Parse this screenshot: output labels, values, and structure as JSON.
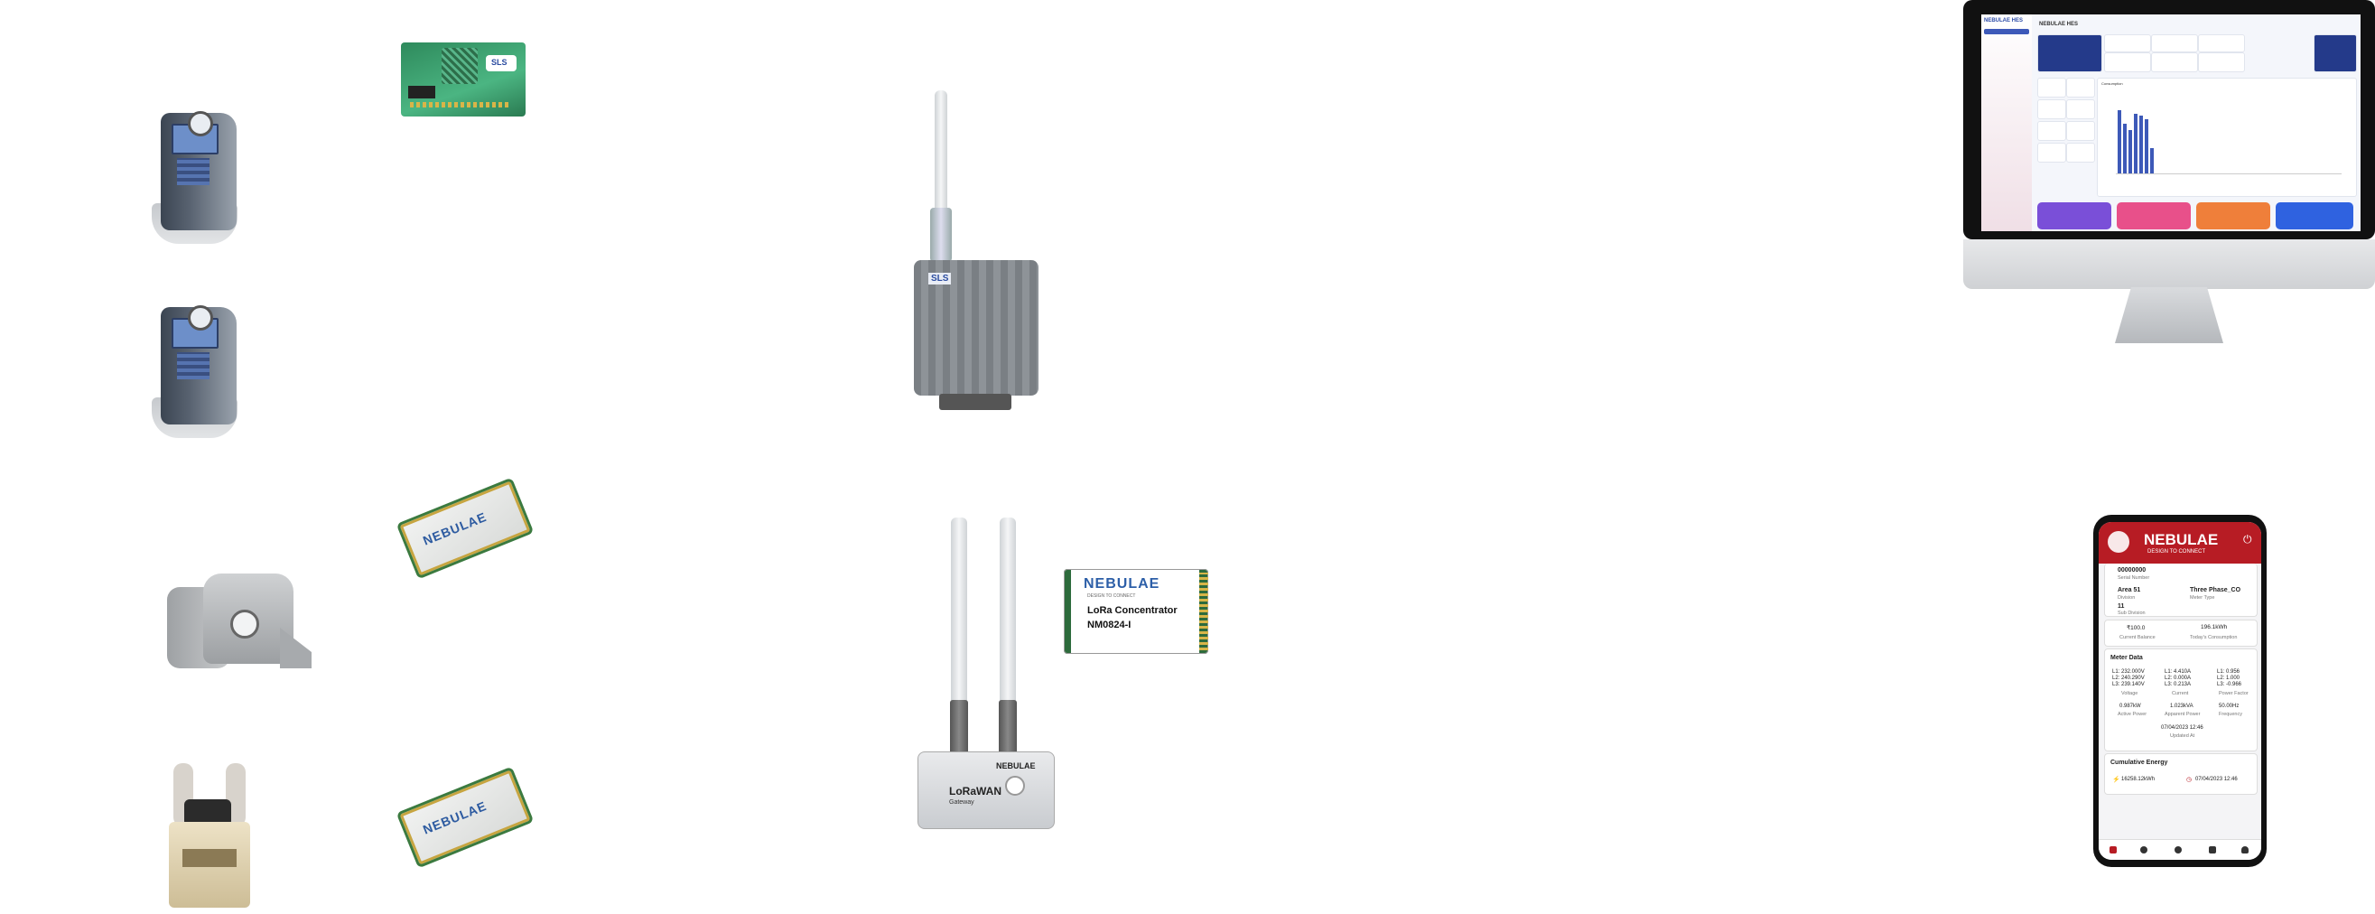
{
  "concentrator_card": {
    "brand": "NEBULAE",
    "tagline": "DESIGN TO CONNECT",
    "line1": "LoRa Concentrator",
    "line2": "NM0824-I"
  },
  "gateway": {
    "label": "LoRaWAN",
    "sublabel": "Gateway",
    "brand": "NEBULAE"
  },
  "modules": {
    "brand": "NEBULAE",
    "pcb_logo": "SLS",
    "box_logo": "SLS"
  },
  "monitor": {
    "title": "NEBULAE HES",
    "logo": "NEBULAE HES",
    "section_consumption": "Consumption"
  },
  "phone": {
    "brand": "NEBULAE",
    "tagline": "DESIGN TO CONNECT",
    "serial_value": "00000000",
    "serial_label": "Serial Number",
    "division_value": "Area 51",
    "division_label": "Division",
    "meter_type_value": "Three Phase_CO",
    "meter_type_label": "Meter Type",
    "subdivision_value": "11",
    "subdivision_label": "Sub Division",
    "balance_value": "₹100.0",
    "balance_label": "Current Balance",
    "today_value": "196.1kWh",
    "today_label": "Today's Consumption",
    "meter_data_title": "Meter Data",
    "voltage": [
      "L1: 232.000V",
      "L2: 240.290V",
      "L3: 239.140V"
    ],
    "voltage_label": "Voltage",
    "current": [
      "L1: 4.410A",
      "L2: 0.000A",
      "L3: 0.213A"
    ],
    "current_label": "Current",
    "pf": [
      "L1: 0.956",
      "L2: 1.000",
      "L3: -0.966"
    ],
    "pf_label": "Power Factor",
    "active_power": "0.987kW",
    "active_power_label": "Active Power",
    "apparent_power": "1.023kVA",
    "apparent_power_label": "Apparent Power",
    "frequency": "50.00Hz",
    "frequency_label": "Frequency",
    "updated": "07/04/2023 12:46",
    "updated_label": "Updated At",
    "cumulative_title": "Cumulative Energy",
    "cumulative_value": "16258.12kWh",
    "cumulative_time": "07/04/2023 12:46"
  }
}
